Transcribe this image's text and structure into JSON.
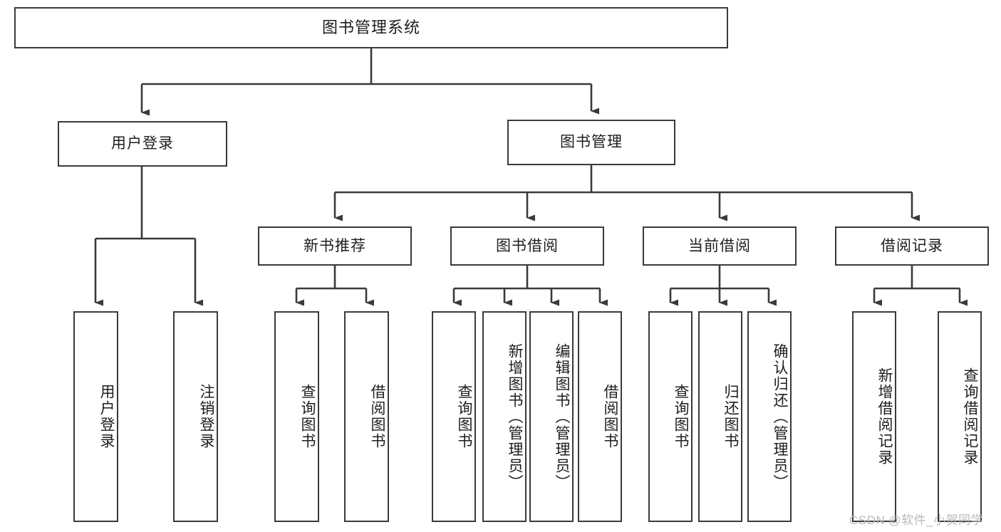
{
  "diagram": {
    "type": "tree-hierarchy",
    "title": "图书管理系统",
    "orientation": "top-down",
    "colors": {
      "box_border": "#3a3a3a",
      "box_fill": "#ffffff",
      "connector": "#3a3a3a",
      "text": "#1d1d1d",
      "watermark": "#b9b9b9",
      "background": "#ffffff"
    }
  },
  "root": {
    "label": "图书管理系统"
  },
  "level2": [
    {
      "label": "用户登录"
    },
    {
      "label": "图书管理"
    }
  ],
  "level3": [
    {
      "label": "新书推荐"
    },
    {
      "label": "图书借阅"
    },
    {
      "label": "当前借阅"
    },
    {
      "label": "借阅记录"
    }
  ],
  "leaves": {
    "user_login": [
      {
        "label": "用户登录"
      },
      {
        "label": "注销登录"
      }
    ],
    "new_book_recommend": [
      {
        "label": "查询图书"
      },
      {
        "label": "借阅图书"
      }
    ],
    "book_borrow": [
      {
        "label": "查询图书"
      },
      {
        "label": "新增图书（管理员）"
      },
      {
        "label": "编辑图书（管理员）"
      },
      {
        "label": "借阅图书"
      }
    ],
    "current_borrow": [
      {
        "label": "查询图书"
      },
      {
        "label": "归还图书"
      },
      {
        "label": "确认归还（管理员）"
      }
    ],
    "borrow_record": [
      {
        "label": "新增借阅记录"
      },
      {
        "label": "查询借阅记录"
      }
    ]
  },
  "watermark": {
    "text": "CSDN @软件_小贺同学"
  }
}
